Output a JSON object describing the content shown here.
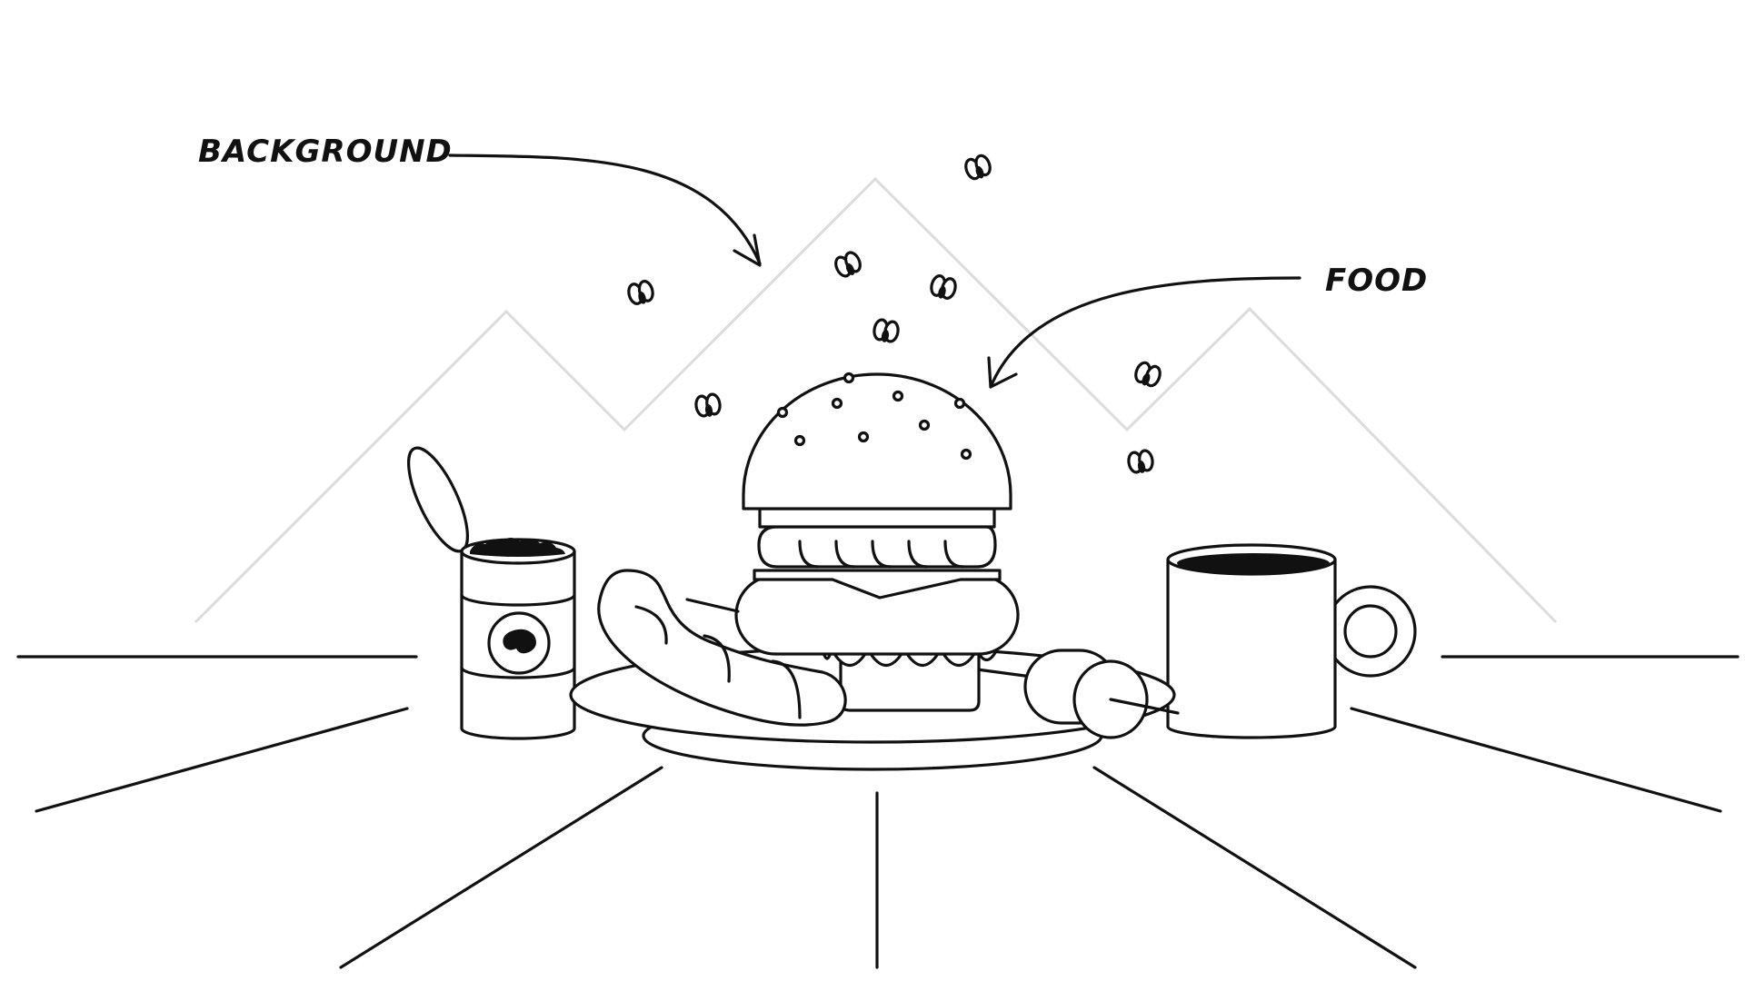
{
  "annotations": {
    "background_label": "BACKGROUND",
    "food_label": "FOOD"
  },
  "colors": {
    "ink": "#111111",
    "mountains": "#dcdcdc",
    "background": "#ffffff"
  },
  "illustration": {
    "objects": [
      "mountains-icon",
      "burger-icon",
      "sausages-icon",
      "plate-icon",
      "bean-can-icon",
      "coffee-mug-icon",
      "flies-icon",
      "table-perspective-lines"
    ]
  }
}
